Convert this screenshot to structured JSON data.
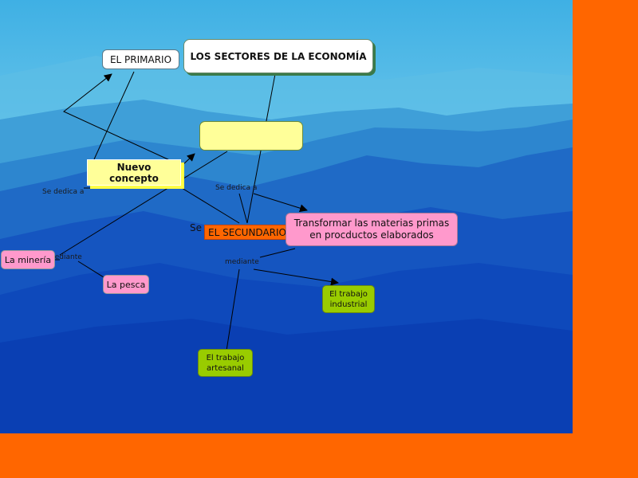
{
  "colors": {
    "frame": "#ff6600",
    "sky_top": "#b5e6f6",
    "sky_mid": "#5fc1e6",
    "mountain_deep": "#0a3fb8",
    "note_yellow": "#ffff99",
    "pink": "#ff99cc",
    "green": "#99cc00",
    "orange": "#ff6600"
  },
  "concept_map": {
    "title": "LOS SECTORES DE LA ECONOMÍA",
    "nodes": {
      "primario": "EL PRIMARIO",
      "empty_concept": "",
      "nuevo_concepto": "Nuevo concepto",
      "secundario": "EL SECUNDARIO",
      "secundario_partial": "Se",
      "transformar": "Transformar las materias primas en procductos elaborados",
      "mineria": "La minería",
      "pesca": "La pesca",
      "trabajo_industrial": "El trabajo industrial",
      "trabajo_artesanal": "El trabajo artesanal"
    },
    "link_labels": {
      "se_dedica_a_left": "Se dedica a",
      "se_dedica_a_center": "Se dedica a",
      "mediante_left": "mediante",
      "mediante_center": "mediante"
    }
  }
}
